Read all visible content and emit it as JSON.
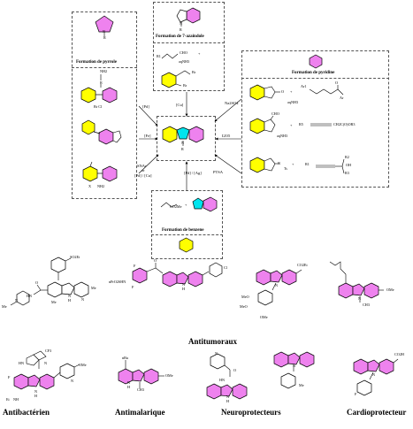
{
  "colors": {
    "pink": "#ee82ee",
    "yellow": "#ffff00",
    "cyan": "#00e5ee",
    "line": "#000000",
    "dash": "#555555"
  },
  "boxes": {
    "pyrrole": {
      "title": "Formation de pyrrole",
      "atoms": {
        "nh2": "NH2",
        "r": "R",
        "brcl": "Br Cl",
        "x": "X",
        "nh2b": "NH2",
        "n_top": "N",
        "r_top": "R"
      }
    },
    "azaindole": {
      "title": "Formation de 7-azaindole",
      "atoms": {
        "n": "N",
        "r": "R",
        "r1cho": "R1",
        "cho": "CHO",
        "plus": "+",
        "aqnh3": "aqNH3",
        "br1": "Br",
        "br2": "Br"
      }
    },
    "pyridine": {
      "title": "Formation de pyridine",
      "atoms": {
        "o": "O",
        "plus1": "+",
        "ar1": "Ar1",
        "ar": "Ar",
        "o2": "O",
        "aqnh3": "aqNH3",
        "cho": "CHO",
        "plus2": "+",
        "r5": "R5",
        "ester": "CH2C(O)OR3",
        "aqnh3b": "aqNH3",
        "ts": "Ts",
        "nts": "N",
        "plus3": "+",
        "r1": "R1",
        "r2": "R2",
        "oh": "OH",
        "r3": "R3"
      }
    },
    "benzene": {
      "title": "Formation de benzene",
      "atoms": {
        "co2me": "CO2Me",
        "plus": "+"
      }
    }
  },
  "conditions": {
    "pd_left": "[Pd]",
    "fe": "[Fe]",
    "cu": "[Cu]",
    "na2so4": "Na2SO4",
    "i2o5": "I2O5",
    "snar_line1": "SNAr",
    "snar_line2": "or",
    "snar_line3": "[Pd] / [Cu]",
    "pd_ag": "[Pd] / [Ag]",
    "ptsa": "PTSA"
  },
  "center": {
    "n": "N",
    "r": "R"
  },
  "bottom": {
    "row1": [
      {
        "so2et": "SO2Et",
        "me1": "Me",
        "me2": "Me",
        "o": "O",
        "h": "H",
        "n1": "N",
        "n2": "N",
        "hn": "HN",
        "me3": "Me",
        "n_pip": "N"
      },
      {
        "f1": "F",
        "f2": "F",
        "cl": "Cl",
        "nhso": "nPrO2SHN",
        "o": "O",
        "h": "H",
        "n": "N"
      },
      {
        "co2et": "CO2Et",
        "n": "N",
        "meo1": "MeO",
        "meo2": "MeO",
        "ome": "OMe"
      },
      {
        "ome": "OMe",
        "n": "N",
        "ch3": "CH3"
      }
    ],
    "row1_label": "Antitumoraux",
    "row2": [
      {
        "cf3": "CF3",
        "hn": "HN",
        "n1": "N",
        "ome": "OMe",
        "f": "F",
        "n2": "N",
        "et": "Et",
        "nh": "NH",
        "n3": "N",
        "h": "H"
      },
      {
        "nbu": "nBu",
        "n": "N",
        "h": "H",
        "ome": "OMe",
        "ch3": "CH3"
      },
      {
        "o": "O",
        "n1": "N",
        "hn": "HN",
        "n2": "N",
        "h": "H"
      },
      {
        "n": "N",
        "me": "Me"
      },
      {
        "co2h": "CO2H",
        "n": "N",
        "f": "F"
      }
    ],
    "row2_labels": {
      "antibac": "Antibactérien",
      "antimal": "Antimalarique",
      "neuro": "Neuroprotecteurs",
      "cardio": "Cardioprotecteur"
    }
  }
}
